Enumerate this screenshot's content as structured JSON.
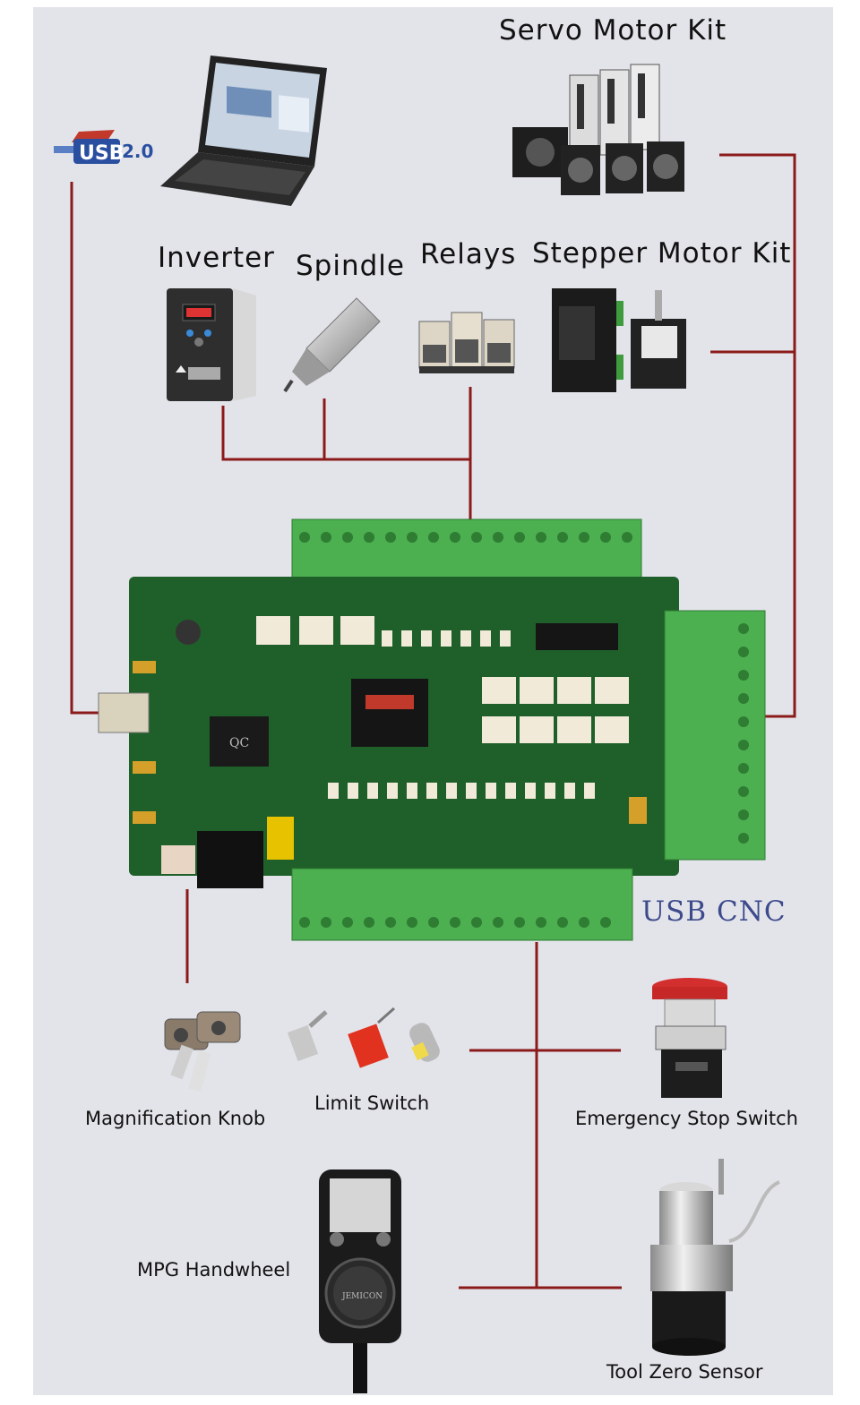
{
  "labels": {
    "servo": "Servo Motor Kit",
    "inverter": "Inverter",
    "spindle": "Spindle",
    "relays": "Relays",
    "stepper": "Stepper Motor Kit",
    "usb_cnc": "USB  CNC",
    "knob": "Magnification Knob",
    "limit": "Limit Switch",
    "estop": "Emergency Stop Switch",
    "mpg": "MPG Handwheel",
    "tool": "Tool Zero Sensor",
    "usb_logo_text": "USB",
    "usb_version": "2.0",
    "chip_text": "QC",
    "handwheel_brand": "JEMICON"
  },
  "colors": {
    "panel": "#e3e4ea",
    "wire": "#8b1a1a",
    "pcb": "#1f5f2a",
    "terminal": "#4caf50",
    "usb_blue": "#2a4fa0"
  }
}
